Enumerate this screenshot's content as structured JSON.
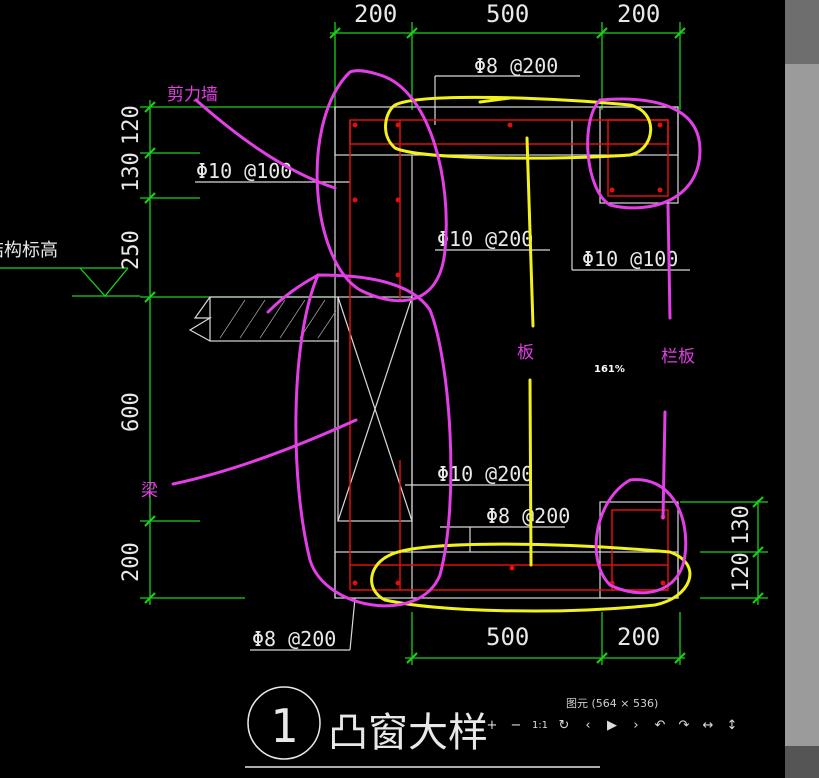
{
  "drawing": {
    "dims_top": [
      "200",
      "500",
      "200"
    ],
    "dims_left": [
      "120",
      "130",
      "250",
      "600",
      "200"
    ],
    "dims_right": [
      "130",
      "120"
    ],
    "dims_bottom": [
      "500",
      "200"
    ],
    "rebar_labels": [
      "Φ8 @200",
      "Φ10 @100",
      "Φ10 @200",
      "Φ10 @100",
      "Φ10 @200",
      "Φ8 @200",
      "Φ8 @200"
    ],
    "elevation_label": "结构标高",
    "detail_number": "1",
    "detail_title": "凸窗大样"
  },
  "annotations": {
    "shear_wall": "剪力墙",
    "slab": "板",
    "railing_panel": "栏板",
    "beam": "梁",
    "color_pen": "#e23fe6",
    "color_highlight": "#f2f21a"
  },
  "viewer": {
    "zoom": "161%",
    "image_info": "图元 (564 × 536)",
    "toolbar": {
      "zoom_in": "+",
      "zoom_out": "−",
      "actual_size": "1:1",
      "rotate": "↻",
      "prev": "‹",
      "play": "▶",
      "next": "›",
      "rotate_left": "↶",
      "rotate_right": "↷",
      "fit_width": "↔",
      "fit_height": "↕"
    }
  }
}
